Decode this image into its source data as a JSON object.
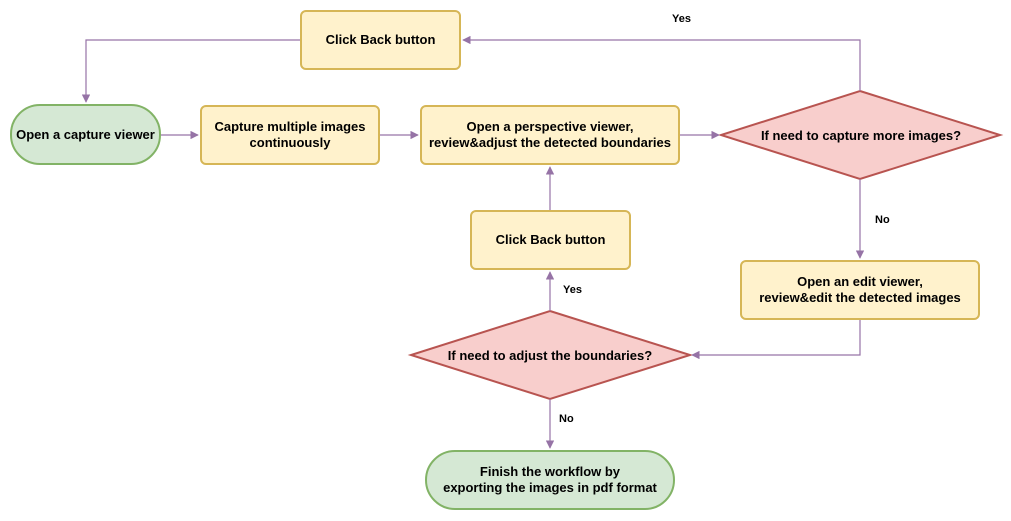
{
  "colors": {
    "process_fill": "#fff2cc",
    "process_stroke": "#d6b656",
    "terminal_fill": "#d5e8d4",
    "terminal_stroke": "#82b366",
    "decision_fill": "#f8cecc",
    "decision_stroke": "#b85450",
    "edge": "#9673a6"
  },
  "nodes": {
    "click_back_top": "Click Back button",
    "open_capture_viewer": "Open a capture viewer",
    "capture_multiple": "Capture multiple images\ncontinuously",
    "open_perspective_viewer": "Open a perspective viewer,\nreview&adjust the detected boundaries",
    "decision_more_images": "If need to capture more images?",
    "click_back_middle": "Click Back button",
    "open_edit_viewer": "Open an edit viewer,\nreview&edit the detected images",
    "decision_adjust_boundaries": "If need to adjust the boundaries?",
    "finish_workflow": "Finish the workflow by\nexporting the images in pdf format"
  },
  "edge_labels": {
    "more_yes": "Yes",
    "more_no": "No",
    "adjust_yes": "Yes",
    "adjust_no": "No"
  }
}
